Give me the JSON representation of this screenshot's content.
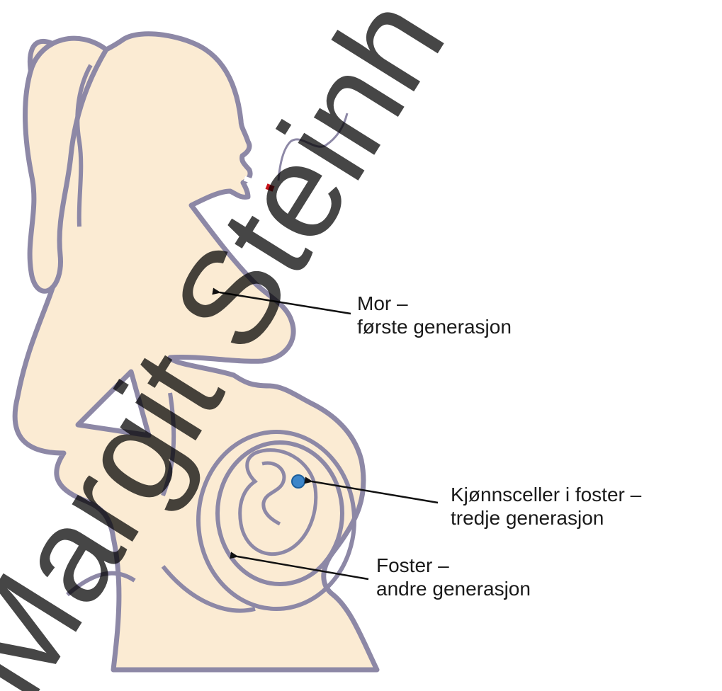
{
  "colors": {
    "skin": "#fbebd3",
    "outline": "#8d88a6",
    "arrow": "#111111",
    "cigarette_tip": "#c8141a",
    "cell": "#3d86c9",
    "watermark": "#000000"
  },
  "labels": {
    "mother": {
      "line1": "Mor –",
      "line2": "første generasjon"
    },
    "germ_cells": {
      "line1": "Kjønnsceller i foster –",
      "line2": "tredje generasjon"
    },
    "fetus": {
      "line1": "Foster –",
      "line2": "andre generasjon"
    }
  },
  "watermark": {
    "text": "Margit Steinh"
  }
}
